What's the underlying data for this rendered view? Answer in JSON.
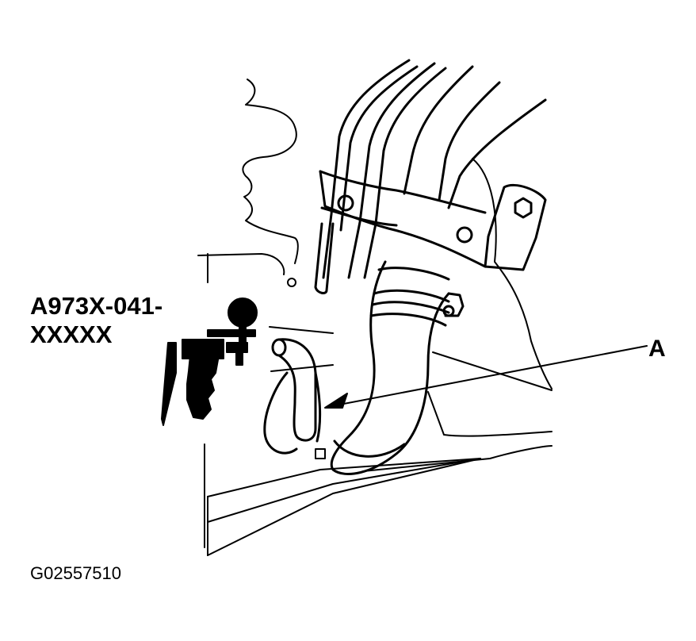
{
  "labels": {
    "tool_part_number_line1": "A973X-041-",
    "tool_part_number_line2": "XXXXX",
    "callout_a": "A",
    "figure_id": "G02557510"
  },
  "colors": {
    "ink": "#000000",
    "paper": "#ffffff"
  }
}
